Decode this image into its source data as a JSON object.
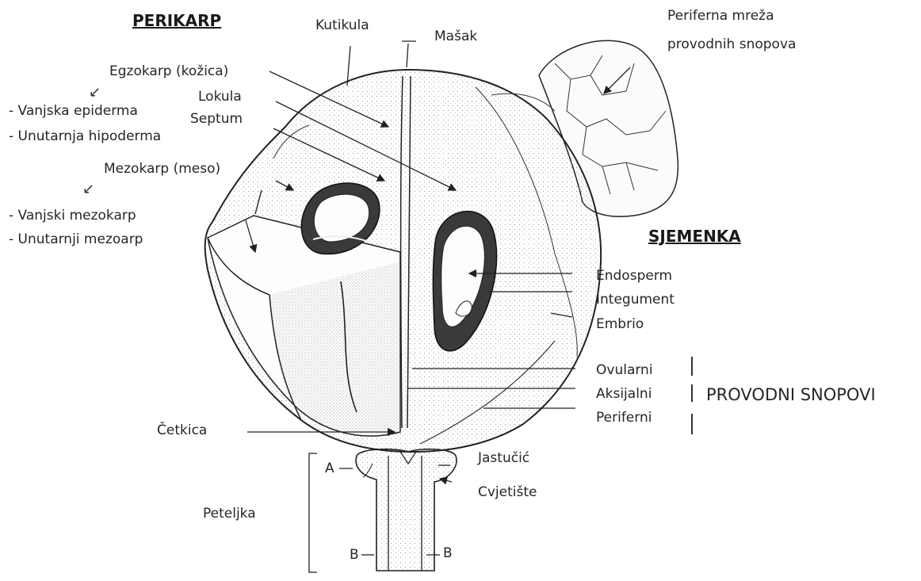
{
  "headings": {
    "perikarp": "PERIKARP",
    "sjemenka": "SJEMENKA",
    "provodni_snopovi": "PROVODNI SNOPOVI"
  },
  "labels": {
    "kutikula": "Kutikula",
    "masak": "Mašak",
    "periferna_line1": "Periferna mreža",
    "periferna_line2": "provodnih snopova",
    "egzokarp": "Egzokarp (kožica)",
    "lokula": "Lokula",
    "septum": "Septum",
    "vanjska_epiderma": "- Vanjska epiderma",
    "unutarnja_hipoderma": "- Unutarnja hipoderma",
    "mezokarp": "Mezokarp  (meso)",
    "vanjski_mezokarp": "- Vanjski mezokarp",
    "unutarnji_mezoarp": "- Unutarnji mezoarp",
    "endosperm": "Endosperm",
    "integument": "Integument",
    "embrio": "Embrio",
    "ovularni": "Ovularni",
    "aksijalni": "Aksijalni",
    "periferni": "Periferni",
    "cetkica": "Četkica",
    "jastucic": "Jastučić",
    "cvjetiste": "Cvjetište",
    "peteljka": "Peteljka",
    "marker_a": "A",
    "marker_b_left": "B",
    "marker_b_right": "B"
  },
  "glyphs": {
    "diag_arrow": "↙"
  },
  "colors": {
    "ink": "#222222",
    "stipple": "#9a9a9a",
    "seed_coat": "#3a3a3a"
  }
}
